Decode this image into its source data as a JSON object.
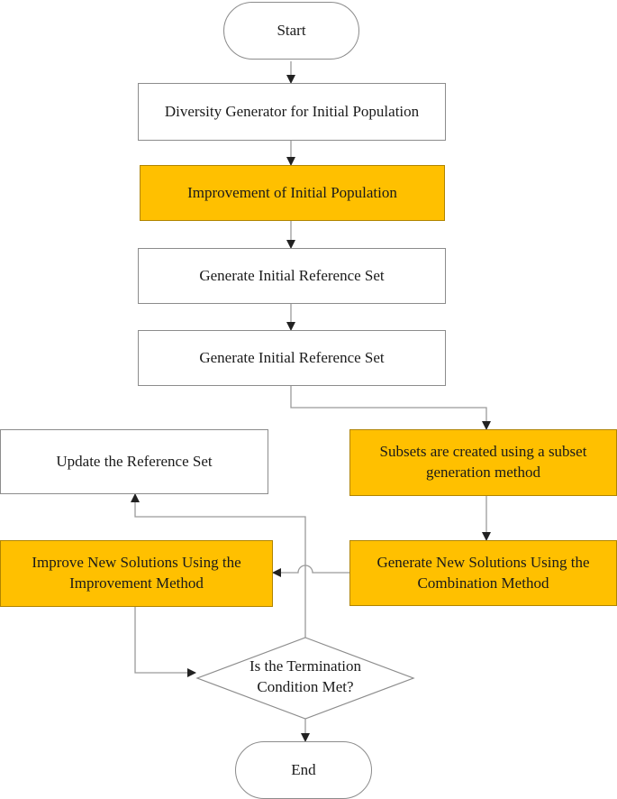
{
  "diagram": {
    "colors": {
      "highlight": "#ffc000",
      "box_fill": "#ffffff",
      "box_border": "#8c8c8c",
      "connector": "#9a9a9a",
      "arrowhead": "#222222"
    },
    "nodes": {
      "start": "Start",
      "diversity_generator": "Diversity Generator for Initial Population",
      "improvement_initial": "Improvement of Initial Population",
      "generate_ref_set_1": "Generate Initial Reference Set",
      "generate_ref_set_2": "Generate Initial Reference Set",
      "subsets_created": "Subsets are created using a subset generation method",
      "generate_new_solutions": "Generate New Solutions Using the Combination Method",
      "improve_new_solutions": "Improve New Solutions Using the Improvement Method",
      "update_ref_set": "Update the Reference Set",
      "termination_check": "Is the Termination Condition Met?",
      "end": "End"
    }
  }
}
